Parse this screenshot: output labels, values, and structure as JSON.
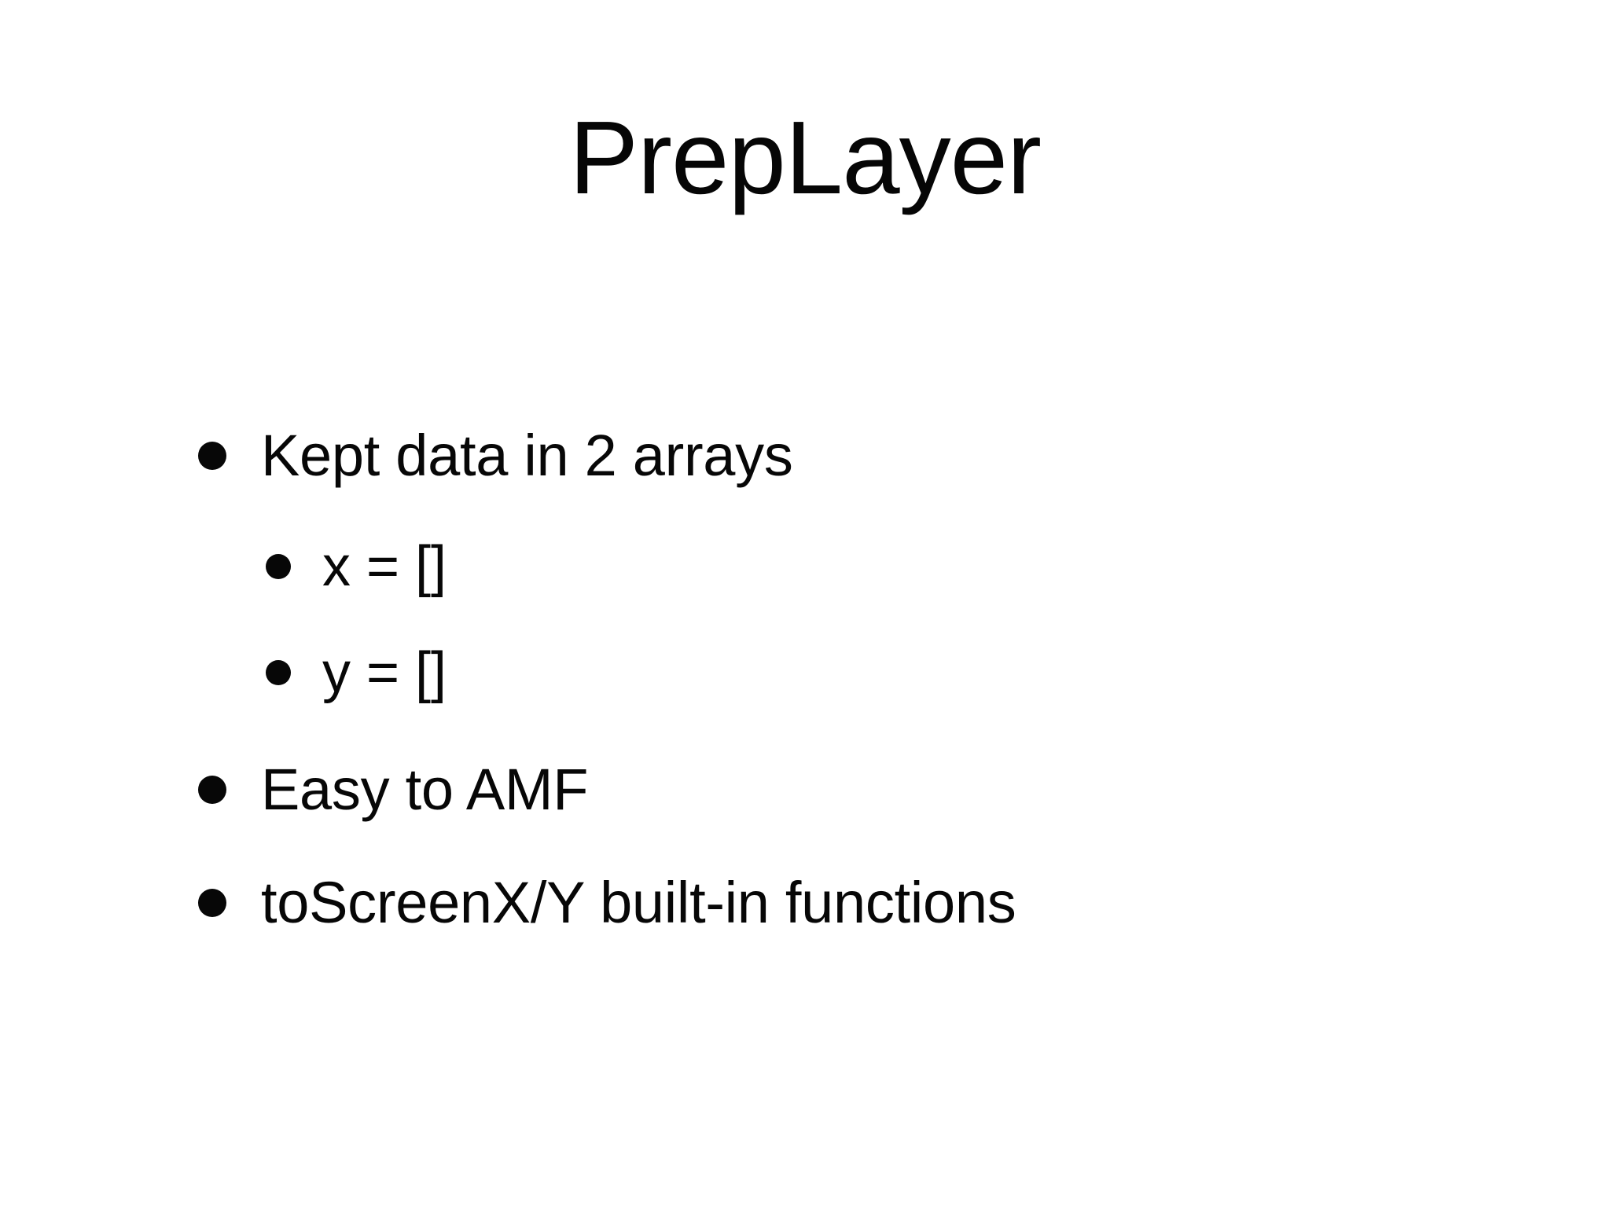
{
  "slide": {
    "background_color": "#ffffff",
    "text_color": "#070707",
    "title": "PrepLayer",
    "bullets": [
      {
        "level": 1,
        "marker": "filled-round-bullet",
        "text": "Kept data in 2 arrays"
      },
      {
        "level": 2,
        "marker": "filled-round-bullet",
        "text": "x = []"
      },
      {
        "level": 2,
        "marker": "filled-round-bullet",
        "text": "y = []"
      },
      {
        "level": 1,
        "marker": "filled-round-bullet",
        "text": "Easy to AMF"
      },
      {
        "level": 1,
        "marker": "filled-round-bullet",
        "text": "toScreenX/Y built-in functions"
      }
    ]
  }
}
